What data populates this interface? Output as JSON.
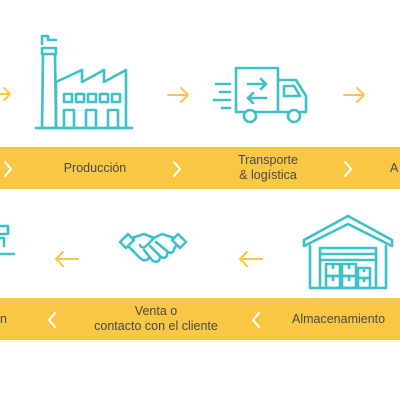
{
  "colors": {
    "icon": "#3EC1C6",
    "band": "#F8C743",
    "arrow": "#F8C743",
    "chevron": "#ffffff",
    "text": "#4a4a4a"
  },
  "row1": {
    "stages": [
      {
        "icon": "factory-icon",
        "label": "Producción"
      },
      {
        "icon": "delivery-truck-icon",
        "label_line1": "Transporte",
        "label_line2": "& logística"
      },
      {
        "label_partial": "A"
      }
    ]
  },
  "row2": {
    "stages": [
      {
        "icon": "warehouse-icon",
        "label": "Almacenamiento"
      },
      {
        "icon": "handshake-icon",
        "label_line1": "Venta o",
        "label_line2": "contacto con el cliente"
      },
      {
        "label_partial": "n"
      }
    ]
  }
}
